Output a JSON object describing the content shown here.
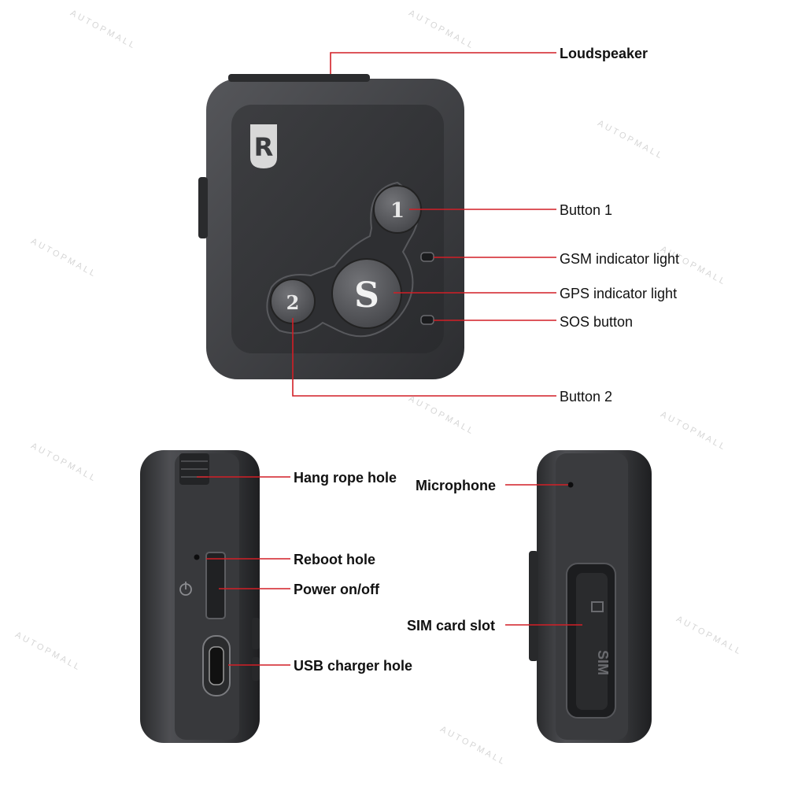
{
  "watermark": "AUTOPMALL",
  "colors": {
    "leader": "#d21f26",
    "device": "#3a3b3e",
    "device_dark": "#1f2022",
    "button": "#5a5b5e"
  },
  "device": {
    "logo": "R",
    "button_1": "1",
    "button_s": "S",
    "button_2": "2",
    "sim_text": "SIM"
  },
  "labels": {
    "loudspeaker": "Loudspeaker",
    "button_1": "Button 1",
    "gsm_light": "GSM indicator light",
    "gps_light": "GPS indicator light",
    "sos_button": "SOS button",
    "button_2": "Button 2",
    "hang_rope": "Hang rope hole",
    "reboot": "Reboot hole",
    "power": "Power on/off",
    "usb": "USB charger hole",
    "microphone": "Microphone",
    "sim_slot": "SIM card slot"
  }
}
